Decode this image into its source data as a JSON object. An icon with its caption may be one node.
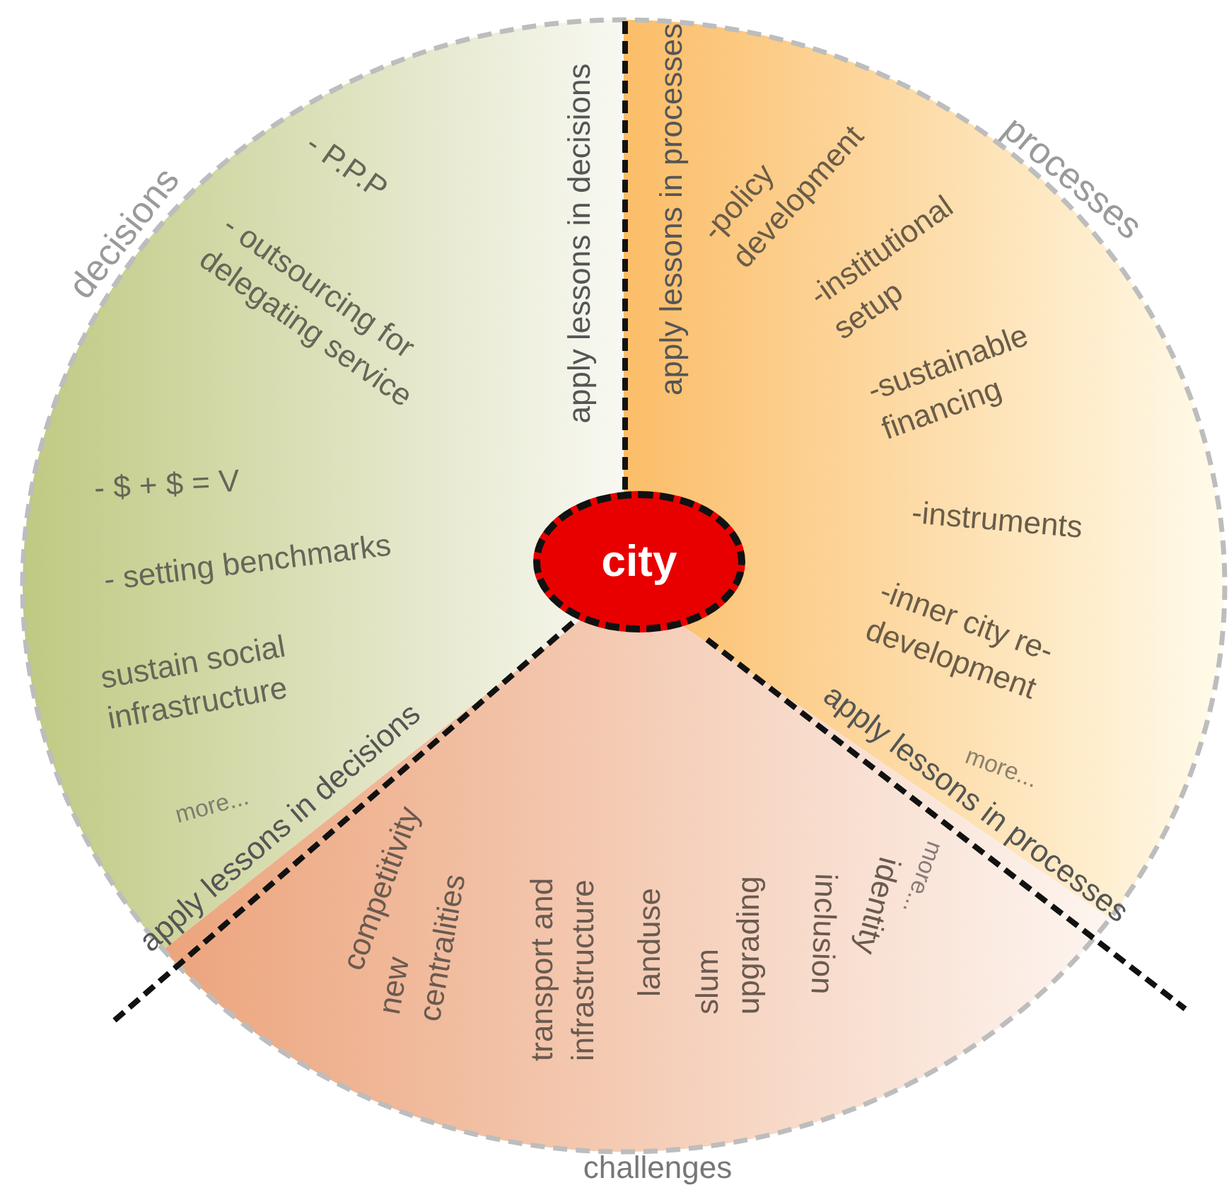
{
  "diagram": {
    "nodes": [
      {
        "text": [
          "decisions",
          "- P.P.P",
          "- outsourcing for delegating service",
          "- $ + $ = V",
          "- setting benchmarks",
          "sustain social infrastructure",
          "more..."
        ]
      },
      {
        "text": [
          "processes",
          "-policy development",
          "-institutional setup",
          "-sustainable financing",
          "-instruments",
          "-inner city re-development",
          "more..."
        ]
      },
      {
        "text": [
          "challenges",
          "competitivity",
          "new centralities",
          "transport and infrastructure",
          "landuse",
          "slum upgrading",
          "inclusion",
          "identity",
          "more..."
        ]
      },
      {
        "text": [
          "city"
        ]
      }
    ],
    "labels": [
      "apply lessons in decisions",
      "apply lessons in processes",
      "apply lessons in decisions",
      "apply lessons in processes"
    ]
  }
}
